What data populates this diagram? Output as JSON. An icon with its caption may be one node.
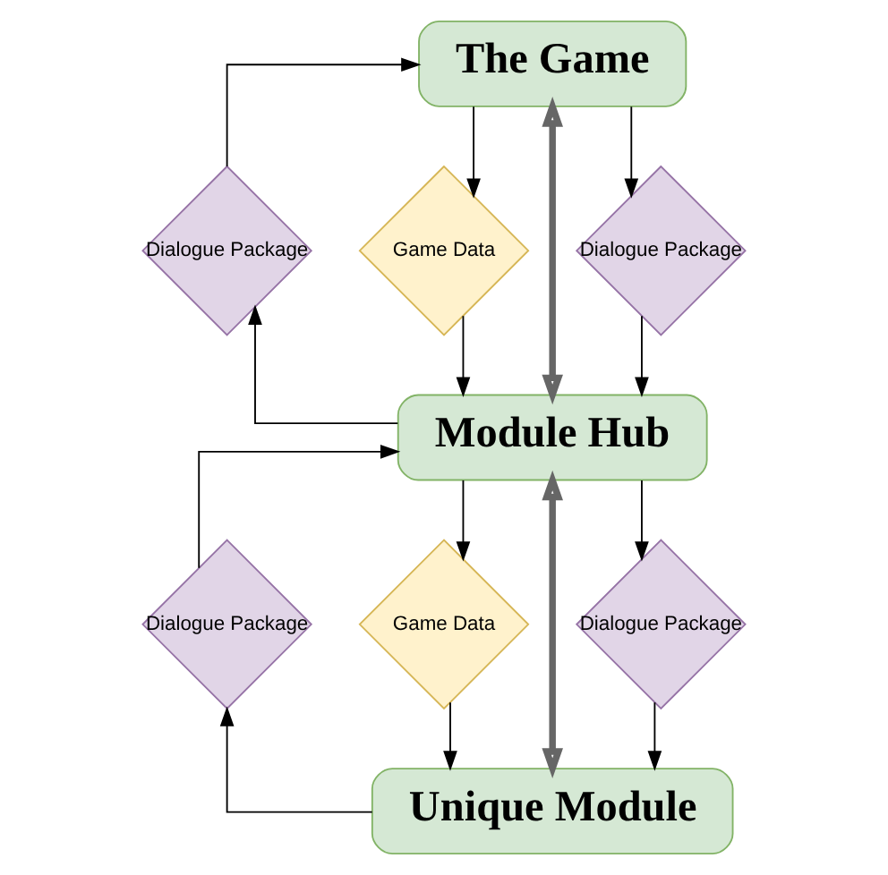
{
  "diagram": {
    "nodes": [
      {
        "text": [
          "The Game"
        ]
      },
      {
        "text": [
          "Dialogue Package"
        ]
      },
      {
        "text": [
          "Game Data"
        ]
      },
      {
        "text": [
          "Dialogue Package"
        ]
      },
      {
        "text": [
          "Module Hub"
        ]
      },
      {
        "text": [
          "Dialogue Package"
        ]
      },
      {
        "text": [
          "Game Data"
        ]
      },
      {
        "text": [
          "Dialogue Package"
        ]
      },
      {
        "text": [
          "Unique Module"
        ]
      }
    ],
    "edges": [
      {
        "from": 4,
        "to": 1,
        "arrow": "to"
      },
      {
        "from": 1,
        "to": 0,
        "arrow": "to"
      },
      {
        "from": 0,
        "to": 2,
        "arrow": "to"
      },
      {
        "from": 0,
        "to": 3,
        "arrow": "to"
      },
      {
        "from": 2,
        "to": 4,
        "arrow": "to"
      },
      {
        "from": 3,
        "to": 4,
        "arrow": "to"
      },
      {
        "from": 0,
        "to": 4,
        "arrow": "both",
        "style": "thick",
        "color": "#666666"
      },
      {
        "from": 8,
        "to": 5,
        "arrow": "to"
      },
      {
        "from": 5,
        "to": 4,
        "arrow": "to"
      },
      {
        "from": 4,
        "to": 6,
        "arrow": "to"
      },
      {
        "from": 4,
        "to": 7,
        "arrow": "to"
      },
      {
        "from": 6,
        "to": 8,
        "arrow": "to"
      },
      {
        "from": 7,
        "to": 8,
        "arrow": "to"
      },
      {
        "from": 4,
        "to": 8,
        "arrow": "both",
        "style": "thick",
        "color": "#666666"
      }
    ]
  }
}
